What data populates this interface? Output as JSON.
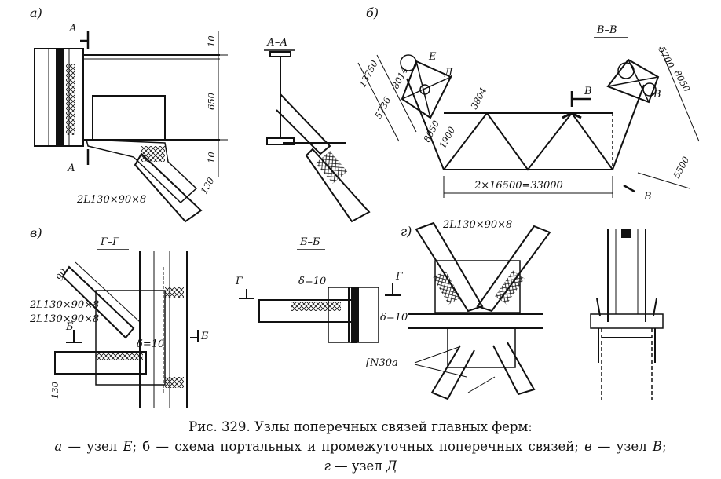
{
  "panels": {
    "a": {
      "letter": "а)",
      "section_mark": "А",
      "dims": [
        "10",
        "650",
        "10",
        "130"
      ],
      "profile": "2L130×90×8"
    },
    "aa": {
      "title": "А–А"
    },
    "b": {
      "letter": "б)",
      "node_e": "Е",
      "node_d": "Д",
      "node_v": "В",
      "section_mark": "В",
      "section_title": "В–В",
      "dims_left": [
        "13750",
        "5736",
        "8014",
        "3804",
        "8050",
        "1900"
      ],
      "dims_right": [
        "5700",
        "8050",
        "5500"
      ],
      "span": "2×16500=33000"
    },
    "v": {
      "letter": "в)",
      "section_title": "Г–Г",
      "section_mark_g": "Г",
      "section_mark_b": "Б",
      "dims": [
        "90",
        "130"
      ],
      "profiles": [
        "2L130×90×8",
        "2L130×90×8"
      ],
      "delta": "δ=10"
    },
    "bb": {
      "title": "Б–Б",
      "delta_top": "δ=10",
      "delta_right": "δ=10",
      "mark_left": "Г",
      "mark_right": "Г"
    },
    "g": {
      "letter": "г)",
      "profile": "2L130×90×8",
      "channel": "[N30a"
    }
  },
  "caption": {
    "title": "Рис. 329. Узлы поперечных связей главных ферм:",
    "line1_a": "а",
    "line1_a_text": " — узел ",
    "line1_a_node": "Е",
    "line1_b": "; б",
    "line1_b_text": " — схема портальных и промежуточных поперечных связей; ",
    "line1_v": "в",
    "line1_v_text": " — узел ",
    "line1_v_node": "В",
    "line1_end": ";",
    "line2_g": "г",
    "line2_g_text": " — узел ",
    "line2_g_node": "Д"
  }
}
